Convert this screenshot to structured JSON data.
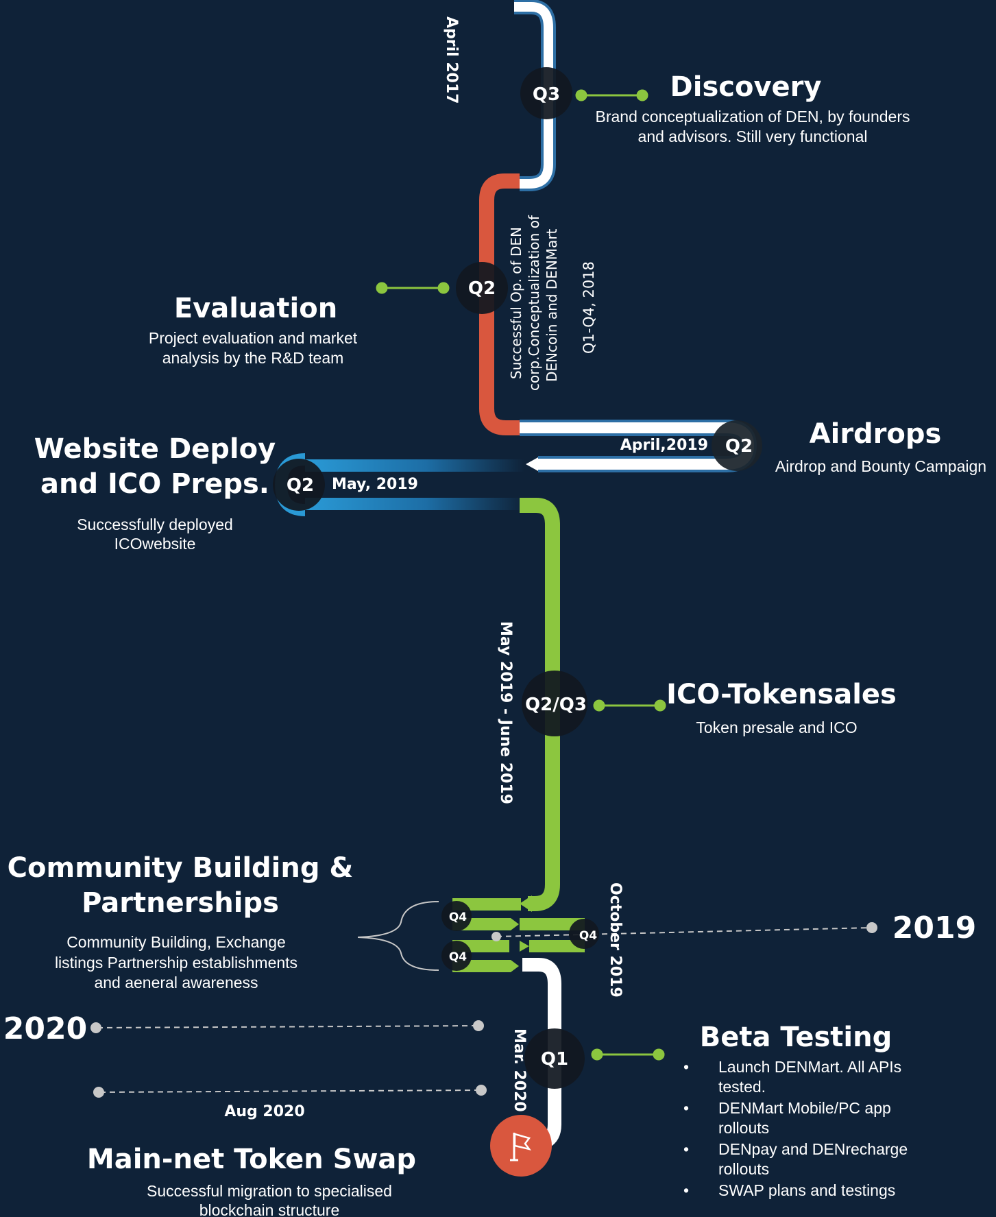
{
  "colors": {
    "background": "#0f2238",
    "phase1": "#ffffff",
    "phase2": "#d9573e",
    "phase3": "#2a86c6",
    "phase4": "#8cc63f",
    "connector": "#8cc63f",
    "badge": "#111820",
    "flag": "#d9573e"
  },
  "milestones": {
    "discovery": {
      "quarter": "Q3",
      "date": "April 2017",
      "title": "Discovery",
      "desc": [
        "Brand conceptualization of DEN, by founders",
        "and advisors. Still very functional"
      ]
    },
    "evaluation": {
      "quarter": "Q2",
      "title": "Evaluation",
      "desc": [
        "Project evaluation and market",
        "analysis by the R&D team"
      ],
      "side_note": [
        "Successful Op. of DEN",
        "corp.Conceptualization of",
        "DENcoin and DENMart"
      ],
      "date": "Q1-Q4, 2018"
    },
    "airdrops": {
      "quarter": "Q2",
      "date": "April,2019",
      "title": "Airdrops",
      "desc": [
        "Airdrop and Bounty Campaign"
      ]
    },
    "website": {
      "quarter": "Q2",
      "date": "May, 2019",
      "title": [
        "Website Deploy",
        "and ICO Preps."
      ],
      "desc": [
        "Successfully deployed",
        "ICOwebsite"
      ]
    },
    "ico": {
      "quarter": "Q2/Q3",
      "date": "May 2019 - June 2019",
      "title": "ICO-Tokensales",
      "desc": [
        "Token presale and ICO"
      ]
    },
    "community": {
      "quarters": [
        "Q4",
        "Q4",
        "Q4"
      ],
      "date": "October 2019",
      "title": [
        "Community Building &",
        "Partnerships"
      ],
      "desc": [
        "Community Building, Exchange",
        "listings Partnership establishments",
        "and aeneral awareness"
      ]
    },
    "beta": {
      "quarter": "Q1",
      "date": "Mar. 2020",
      "title": "Beta Testing",
      "bullets": [
        [
          "Launch DENMart. All APIs",
          "tested."
        ],
        [
          "DENMart Mobile/PC app",
          "rollouts"
        ],
        [
          "DENpay and DENrecharge",
          "rollouts"
        ],
        [
          "SWAP plans and testings"
        ]
      ]
    },
    "mainnet": {
      "date": "Aug 2020",
      "title": "Main-net Token Swap",
      "desc": [
        "Successful migration to specialised",
        "blockchain structure"
      ],
      "icon": "flag-icon"
    }
  },
  "years": {
    "y2019": "2019",
    "y2020": "2020"
  }
}
